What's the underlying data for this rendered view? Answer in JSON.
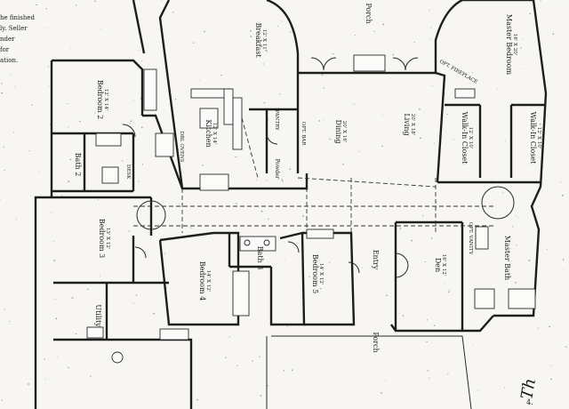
{
  "notes": {
    "left_margin": [
      ".",
      "he finished",
      "ly. Seller",
      "nder",
      "for",
      "ation."
    ],
    "corner_big": "Th",
    "corner_small": "4."
  },
  "rooms": {
    "porch_top": "Porch",
    "master_bedroom": {
      "name": "Master Bedroom",
      "dim": "16' X 20'"
    },
    "breakfast": {
      "name": "Breakfast",
      "dim": "12' X 11'"
    },
    "living": {
      "name": "Living",
      "dim": "20' X 18'"
    },
    "dining": {
      "name": "Dining",
      "dim": "20' X 16'"
    },
    "kitchen": {
      "name": "Kitchen",
      "dim": "12' X 14'"
    },
    "bedroom2": {
      "name": "Bedroom 2",
      "dim": "12' X 14'"
    },
    "bath2": "Bath 2",
    "walkin_closet_left": {
      "name": "Walk-In Closet",
      "dim": "12' X 10'"
    },
    "walkin_closet_right": {
      "name": "Walk-In Closet",
      "dim": "12' X 10'"
    },
    "bedroom3": {
      "name": "Bedroom 3",
      "dim": "13' X 12'"
    },
    "bedroom4": {
      "name": "Bedroom 4",
      "dim": "14' X 12'"
    },
    "bath3": "Bath 3",
    "bedroom5": {
      "name": "Bedroom 5",
      "dim": "14' X 12'"
    },
    "entry": "Entry",
    "den": {
      "name": "Den",
      "dim": "16' X 12'"
    },
    "master_bath": "Master Bath",
    "utility": "Utility",
    "porch_bottom": "Porch",
    "powder": "Powder"
  },
  "labels": {
    "opt_fireplace": "OPT. FIREPLACE",
    "pantry": "PANTRY",
    "opt_bar": "OPT. BAR",
    "desk": "DESK",
    "dbl_ovens": "DBL OVENS",
    "opt_vanity": "OPT. VANITY"
  }
}
